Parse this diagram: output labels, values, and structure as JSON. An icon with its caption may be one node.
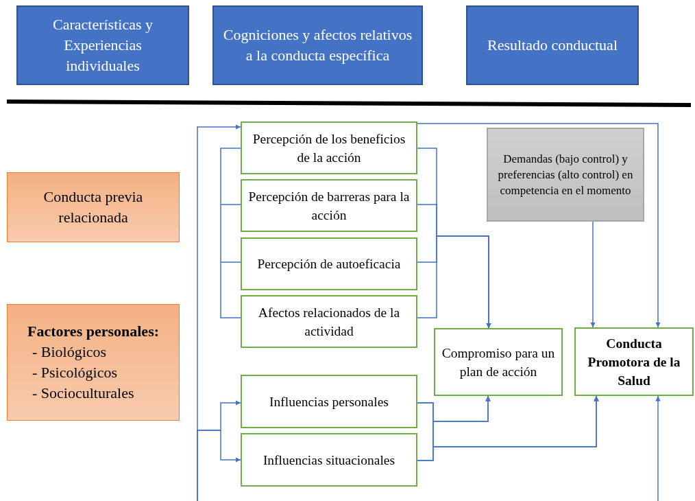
{
  "diagram": {
    "nodes": [
      {
        "text": [
          "Características y Experiencias individuales"
        ]
      },
      {
        "text": [
          "Cogniciones y afectos relativos a la conducta específica"
        ]
      },
      {
        "text": [
          "Resultado conductual"
        ]
      },
      {
        "text": [
          "Conducta previa relacionada"
        ]
      },
      {
        "text": [
          "Factores personales:",
          "- Biológicos",
          "- Psicológicos",
          "- Socioculturales"
        ]
      },
      {
        "text": [
          "Percepción de los beneficios de la acción"
        ]
      },
      {
        "text": [
          "Percepción de barreras para la acción"
        ]
      },
      {
        "text": [
          "Percepción de autoeficacia"
        ]
      },
      {
        "text": [
          "Afectos relacionados de la actividad"
        ]
      },
      {
        "text": [
          "Demandas (bajo control) y preferencias (alto control) en competencia en el momento"
        ]
      },
      {
        "text": [
          "Compromiso para un plan de acción"
        ]
      },
      {
        "text": [
          "Conducta Promotora de la Salud"
        ]
      },
      {
        "text": [
          "Influencias personales"
        ]
      },
      {
        "text": [
          "Influencias situacionales"
        ]
      }
    ],
    "edges": [
      {
        "from": null,
        "to": 5,
        "arrow": "to"
      },
      {
        "from": null,
        "to": 12,
        "arrow": "to"
      },
      {
        "from": null,
        "to": 13,
        "arrow": "to"
      },
      {
        "from": 5,
        "to": 11,
        "arrow": "to"
      },
      {
        "from": 5,
        "to": 10,
        "arrow": "to"
      },
      {
        "from": 6,
        "to": 10,
        "arrow": "to"
      },
      {
        "from": 7,
        "to": 10,
        "arrow": "to"
      },
      {
        "from": 8,
        "to": 10,
        "arrow": "to"
      },
      {
        "from": 9,
        "to": 11,
        "arrow": "to"
      },
      {
        "from": 12,
        "to": 10,
        "arrow": "to"
      },
      {
        "from": 13,
        "to": 10,
        "arrow": "to"
      },
      {
        "from": 12,
        "to": 11,
        "arrow": "to"
      },
      {
        "from": 13,
        "to": 11,
        "arrow": "to"
      },
      {
        "from": null,
        "to": 11,
        "arrow": "to"
      }
    ]
  }
}
